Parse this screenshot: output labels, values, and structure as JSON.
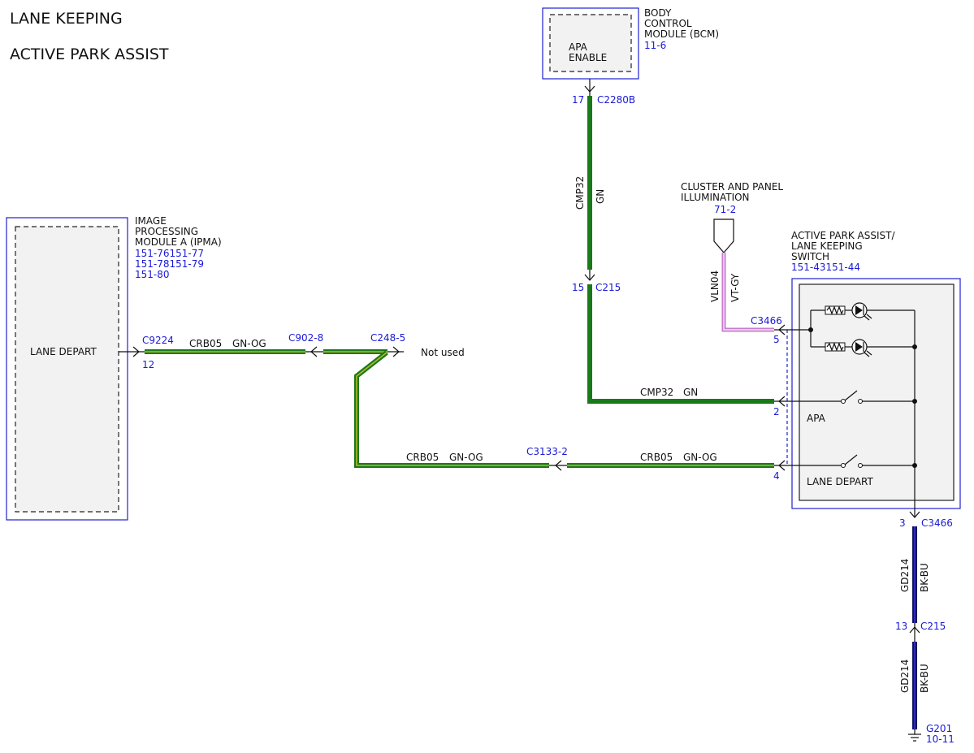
{
  "titles": {
    "line1": "LANE KEEPING",
    "line2": "ACTIVE PARK ASSIST"
  },
  "colors": {
    "green": "#1a7a1a",
    "green_og_stripe": "#b8b828",
    "vt_gy": "#c77bd0",
    "bk_bu": "#101060",
    "ref_blue": "#1a1ad6",
    "module_border": "#2020d0"
  },
  "bcm": {
    "name_lines": [
      "BODY",
      "CONTROL",
      "MODULE (BCM)"
    ],
    "ref": "11-6",
    "function_lines": [
      "APA",
      "ENABLE"
    ]
  },
  "ipma": {
    "name_lines": [
      "IMAGE",
      "PROCESSING",
      "MODULE A (IPMA)"
    ],
    "refs": [
      "151-76151-77",
      "151-78151-79",
      "151-80"
    ],
    "function": "LANE DEPART",
    "connector": "C9224",
    "pin": "12"
  },
  "cluster": {
    "name_lines": [
      "CLUSTER AND PANEL",
      "ILLUMINATION"
    ],
    "ref": "71-2"
  },
  "switch": {
    "name_lines": [
      "ACTIVE PARK ASSIST/",
      "LANE KEEPING",
      "SWITCH"
    ],
    "ref": "151-43151-44",
    "apa_label": "APA",
    "lane_label": "LANE DEPART",
    "connector": "C3466",
    "pins": {
      "illum": "5",
      "apa": "2",
      "lane": "4",
      "ground": "3"
    }
  },
  "connectors": {
    "c2280b": {
      "pin": "17",
      "name": "C2280B"
    },
    "c215_top": {
      "pin": "15",
      "name": "C215"
    },
    "c902": "C902-8",
    "c248": "C248-5",
    "c3133": "C3133-2",
    "c3466_ground": "C3466",
    "c215_bottom": {
      "pin": "13",
      "name": "C215"
    },
    "ground": {
      "name": "G201",
      "ref": "10-11"
    }
  },
  "wires": {
    "cmp32_vertical": {
      "circuit": "CMP32",
      "color": "GN"
    },
    "cmp32_horizontal": {
      "circuit": "CMP32",
      "color": "GN"
    },
    "crb05_ipma": {
      "circuit": "CRB05",
      "color": "GN-OG"
    },
    "crb05_mid": {
      "circuit": "CRB05",
      "color": "GN-OG"
    },
    "crb05_switch": {
      "circuit": "CRB05",
      "color": "GN-OG"
    },
    "vln04": {
      "circuit": "VLN04",
      "color": "VT-GY"
    },
    "gd214_upper": {
      "circuit": "GD214",
      "color": "BK-BU"
    },
    "gd214_lower": {
      "circuit": "GD214",
      "color": "BK-BU"
    }
  },
  "not_used": "Not used"
}
